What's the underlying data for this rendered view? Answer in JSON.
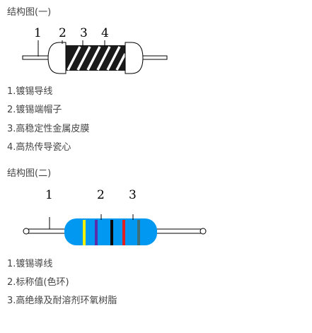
{
  "section1": {
    "heading": "结构图(一)",
    "numbers": [
      "1",
      "2",
      "3",
      "4"
    ],
    "items": [
      "1.镀锡导线",
      "2.镀锡端帽子",
      "3.高稳定性金属皮膜",
      "4.高热传导瓷心"
    ]
  },
  "section2": {
    "heading": "结构图(二)",
    "numbers": [
      "1",
      "2",
      "3"
    ],
    "items": [
      "1.镀锡導线",
      "2.标称值(色环)",
      "3.高绝缘及耐溶剂环氧树脂"
    ],
    "colors": {
      "body": "#0098f0",
      "bands": [
        "#f2f200",
        "#5a2ea8",
        "#0a0a0a",
        "#e02020",
        "#3d6f7a"
      ]
    }
  }
}
